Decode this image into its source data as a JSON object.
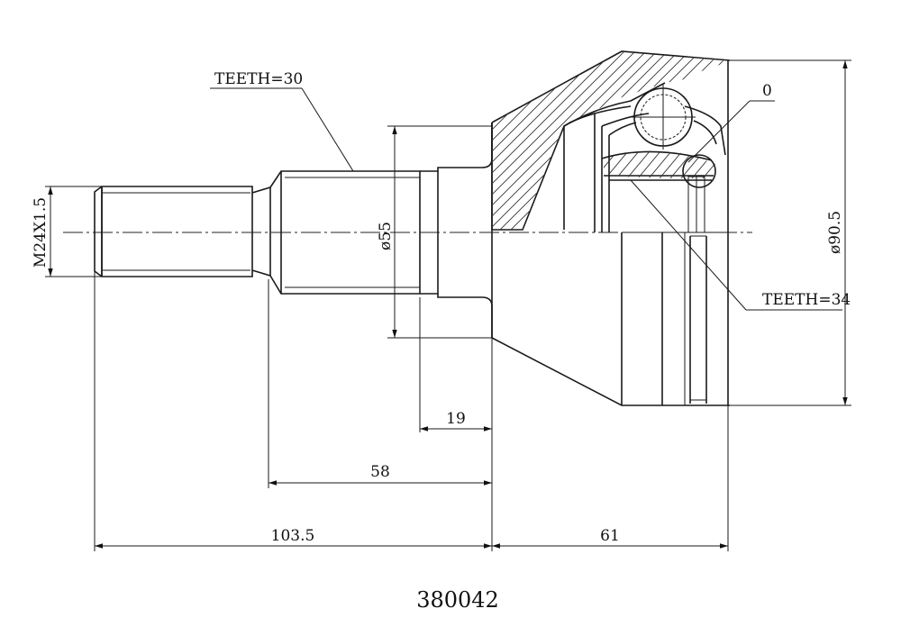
{
  "labels": {
    "teeth_outer": "TEETH=30",
    "teeth_inner": "TEETH=34",
    "thread": "M24X1.5",
    "dia_shaft": "ø55",
    "dia_body": "ø90.5",
    "zero": "0",
    "dim_19": "19",
    "dim_58": "58",
    "dim_103": "103.5",
    "dim_61": "61"
  },
  "part_number": "380042"
}
